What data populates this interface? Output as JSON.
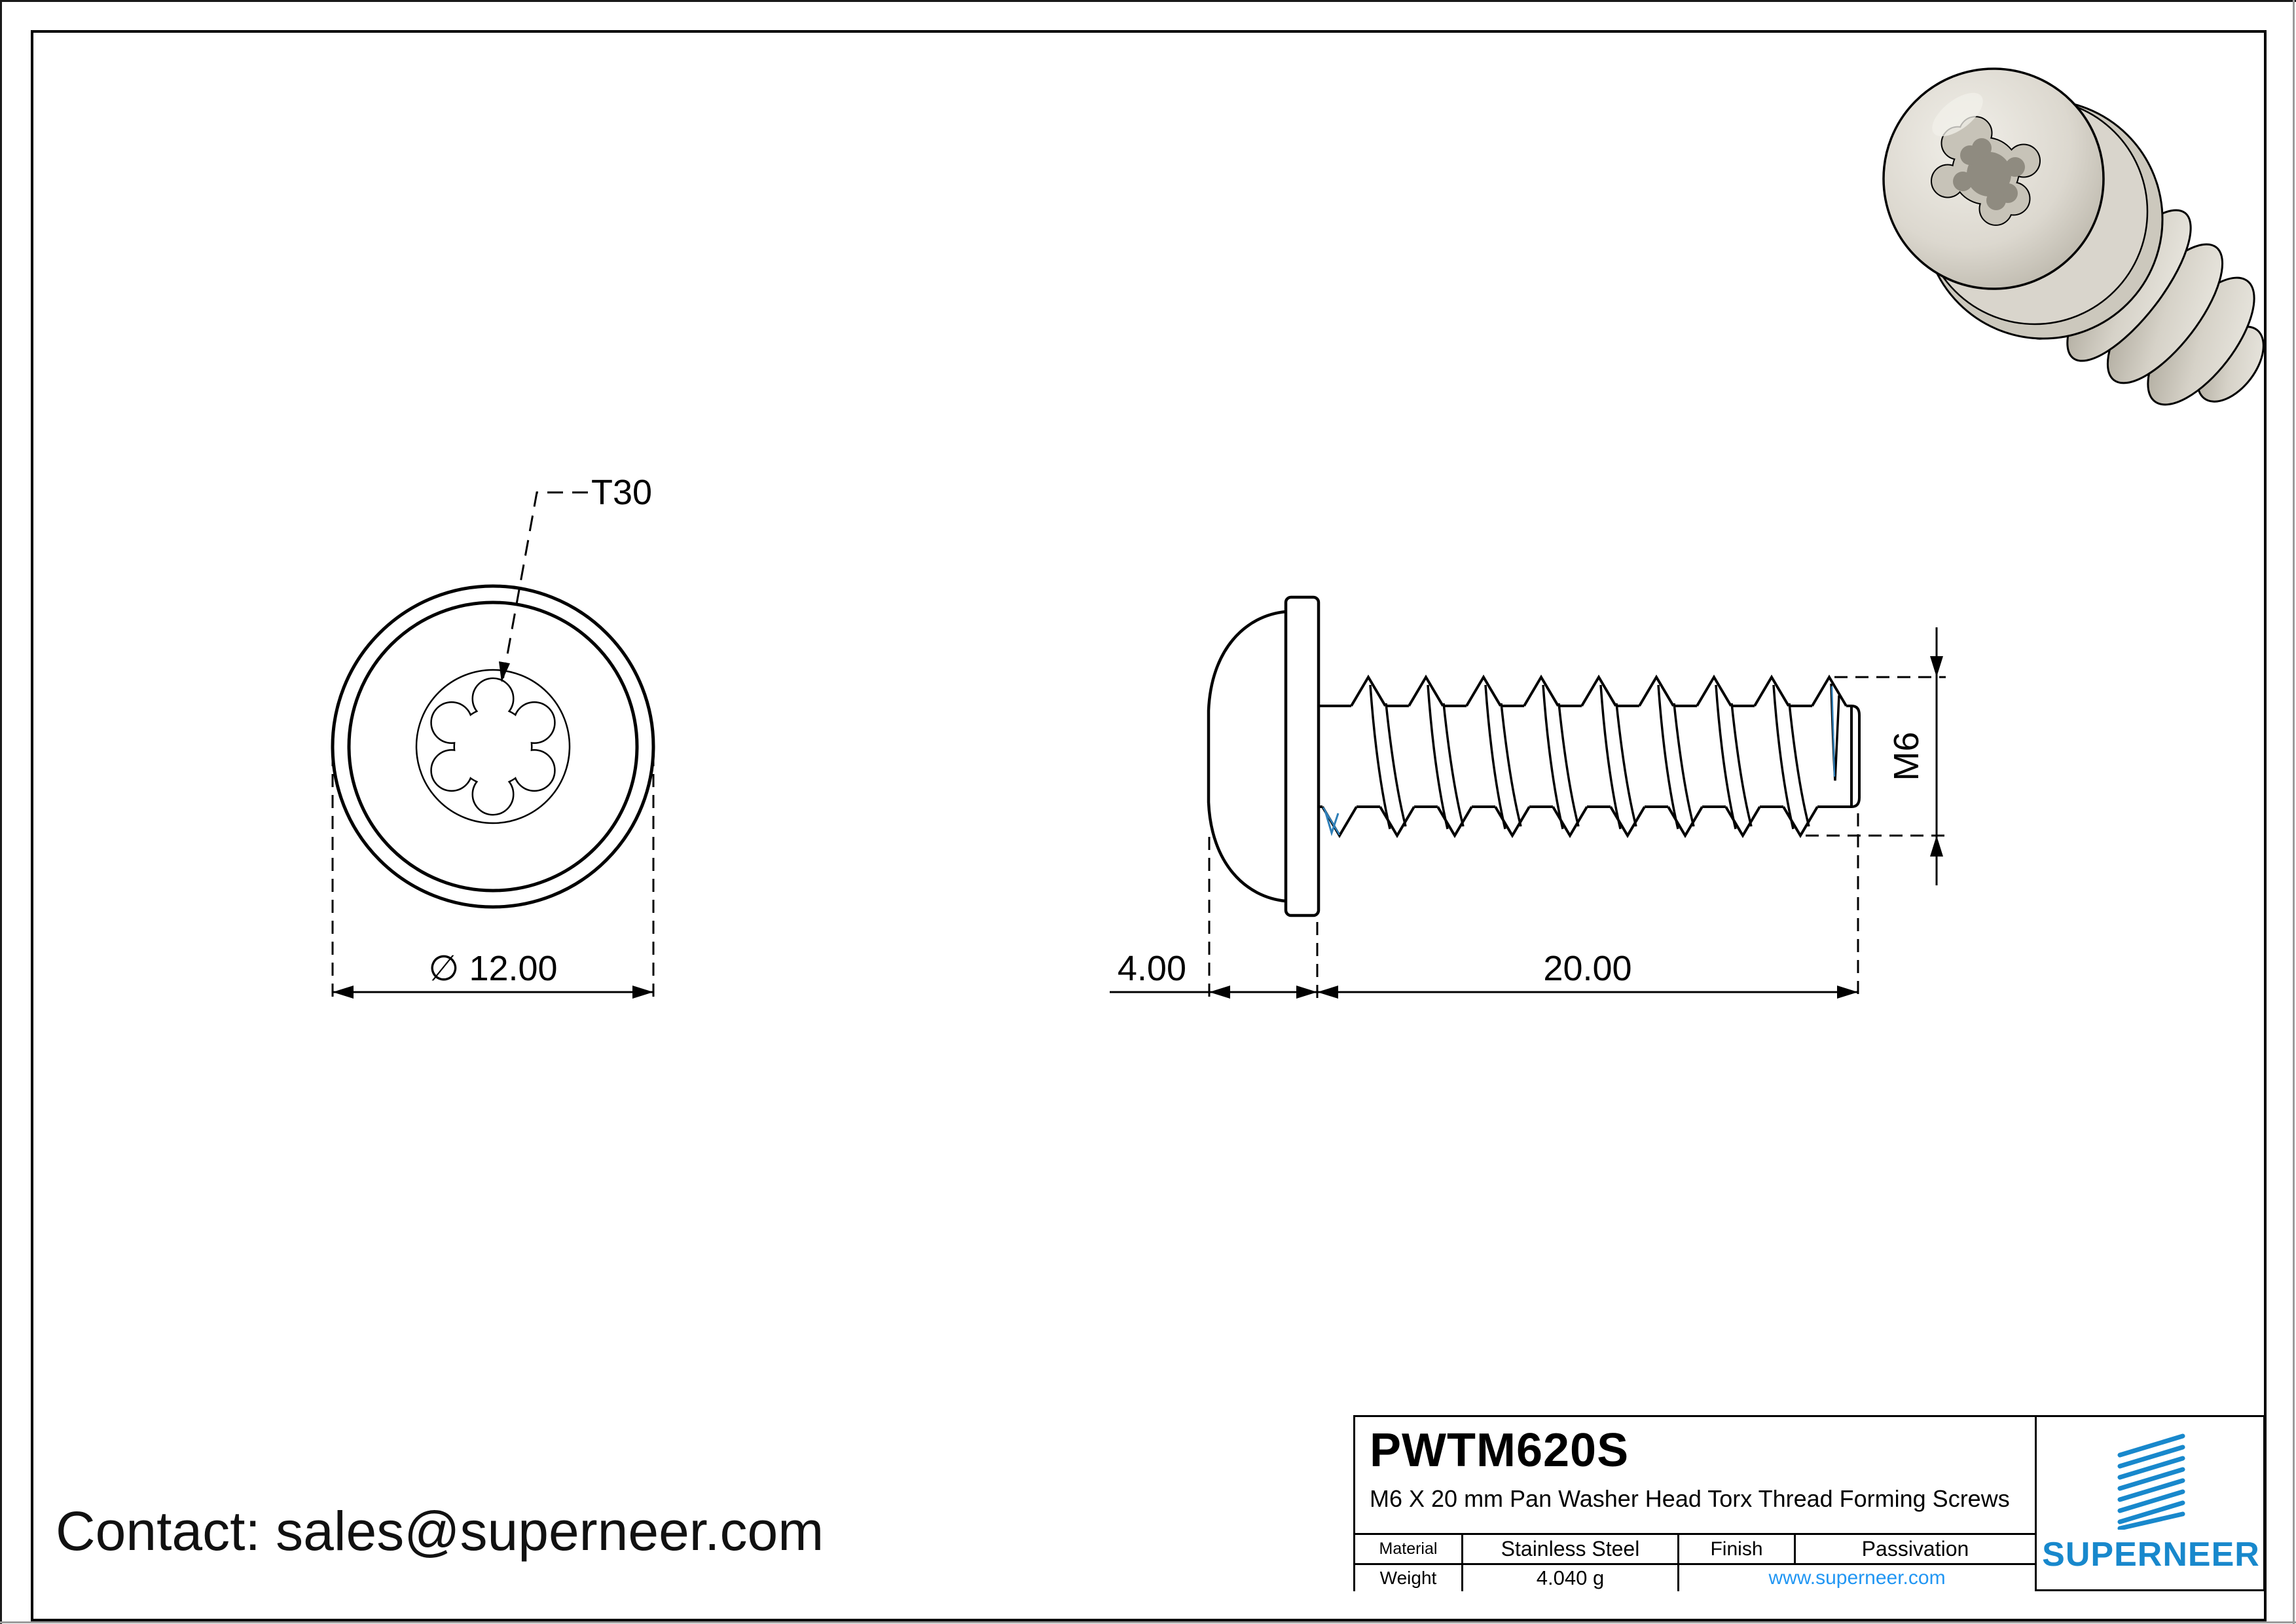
{
  "contact": {
    "label": "Contact: sales@superneer.com"
  },
  "views": {
    "top": {
      "torx_label": "T30",
      "diameter_label": "∅ 12.00"
    },
    "side": {
      "thread_size_label": "M6",
      "head_height_label": "4.00",
      "thread_length_label": "20.00"
    }
  },
  "dimensions": {
    "head_diameter_mm": 12.0,
    "head_height_mm": 4.0,
    "thread_length_mm": 20.0,
    "torx_drive": "T30",
    "thread": "M6"
  },
  "title_block": {
    "part_number": "PWTM620S",
    "description": "M6 X 20 mm Pan Washer Head Torx Thread Forming Screws",
    "material_label": "Material",
    "material_value": "Stainless Steel",
    "finish_label": "Finish",
    "finish_value": "Passivation",
    "weight_label": "Weight",
    "weight_value": "4.040 g",
    "website": "www.superneer.com",
    "brand": "SUPERNEER"
  },
  "colors": {
    "line": "#000000",
    "link_blue": "#2196f3",
    "logo_blue": "#1888cc",
    "thread_accent_blue": "#2e7fb8",
    "screw_body": "#dcd8cf"
  }
}
